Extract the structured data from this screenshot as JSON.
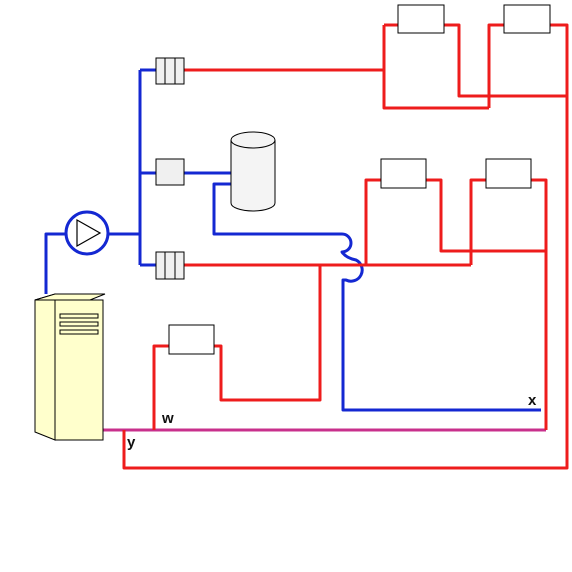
{
  "labels": {
    "w": "w",
    "x": "x",
    "y": "y"
  },
  "colors": {
    "supply": "#ee1c1c",
    "return": "#1428d2",
    "return_combined": "#c8308c",
    "boiler_fill": "#ffffcc",
    "tank_fill": "#f4f4f4",
    "valve_fill": "#f0f0f0",
    "radiator_fill": "#ffffff",
    "outline": "#000000"
  },
  "components": {
    "boiler": "boiler",
    "pump": "circulation-pump",
    "hot_water_tank": "hot-water-cylinder",
    "valves": [
      "zone-valve-top",
      "zone-valve-tank",
      "zone-valve-bottom"
    ],
    "radiators": [
      "radiator-top-left",
      "radiator-top-right",
      "radiator-middle-left",
      "radiator-middle-right",
      "radiator-lower"
    ]
  }
}
